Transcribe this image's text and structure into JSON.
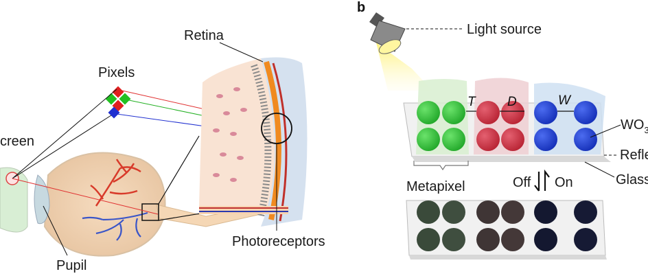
{
  "panel_b": {
    "letter": "b"
  },
  "panel_a": {
    "labels": {
      "retina": "Retina",
      "pixels": "Pixels",
      "screen": "creen",
      "pupil": "Pupil",
      "photoreceptors": "Photoreceptors"
    }
  },
  "panel_b_labels": {
    "light_source": "Light source",
    "t": "T",
    "d": "D",
    "w": "W",
    "wo3_main": "WO",
    "wo3_sub": "3",
    "reflector": "Refle",
    "glass": "Glass",
    "metapixel": "Metapixel",
    "off": "Off",
    "on": "On"
  },
  "colors": {
    "green": "#3cc23c",
    "red": "#cc3040",
    "blue": "#1f3fd4",
    "green_bg": "#d8eed0",
    "red_bg": "#eecfd2",
    "blue_bg": "#cfe0f2",
    "dark_green": "#3a4a3a",
    "dark_red": "#3f3535",
    "dark_blue": "#141830",
    "light_beam": "#fff07a"
  }
}
